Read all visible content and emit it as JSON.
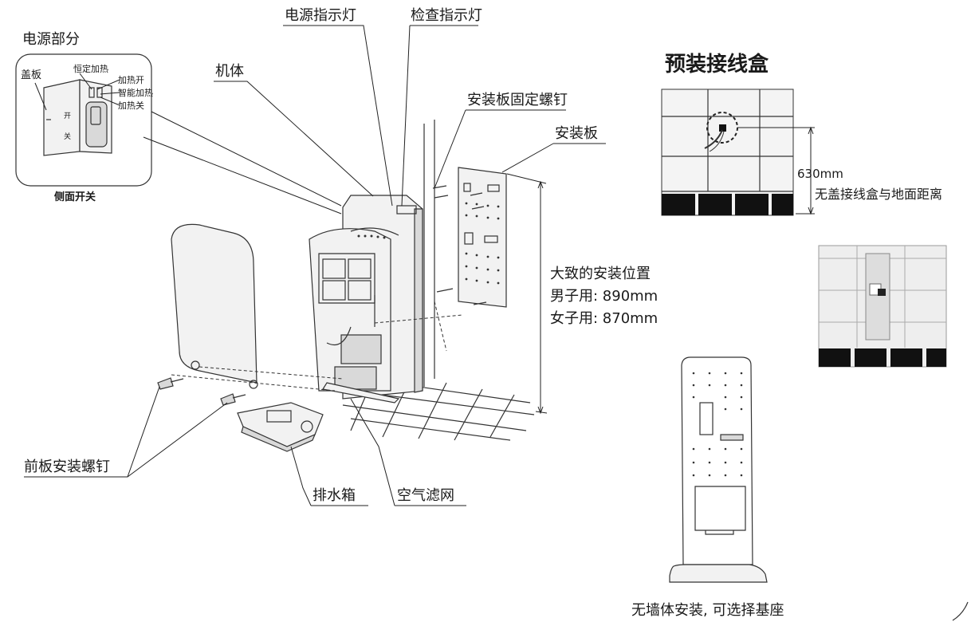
{
  "labels": {
    "power_section": "电源部分",
    "cover": "盖板",
    "constant_heat": "恒定加热",
    "heat_on": "加热开",
    "smart_heat": "智能加热",
    "heat_off": "加热关",
    "side_switch": "侧面开关",
    "switch_open": "开",
    "switch_close": "关",
    "power_indicator": "电源指示灯",
    "check_indicator": "检查指示灯",
    "body": "机体",
    "plate_screw": "安装板固定螺钉",
    "mount_plate": "安装板",
    "install_position_title": "大致的安装位置",
    "install_position_male": "男子用: 890mm",
    "install_position_female": "女子用: 870mm",
    "front_screw": "前板安装螺钉",
    "drain_box": "排水箱",
    "air_filter": "空气滤网",
    "prebox_title": "预装接线盒",
    "prebox_distance_value": "630mm",
    "prebox_distance_desc": "无盖接线盒与地面距离",
    "no_wall_caption": "无墙体安装, 可选择基座"
  }
}
